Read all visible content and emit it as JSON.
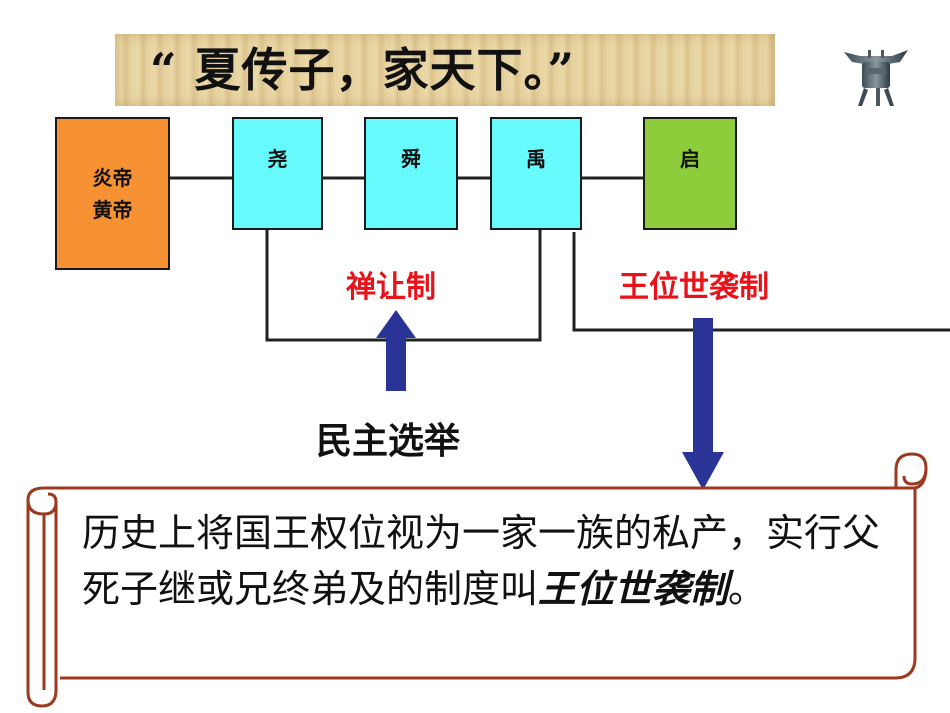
{
  "title": "“ 夏传子，家天下。”",
  "boxes": {
    "yandi_huangdi_line1": "炎帝",
    "yandi_huangdi_line2": "黄帝",
    "yao": "尧",
    "shun": "舜",
    "yu": "禹",
    "qi": "启"
  },
  "labels": {
    "shanrang": "禅让制",
    "wangwei": "王位世袭制",
    "minzhu": "民主选举"
  },
  "scroll": {
    "text_before": "历史上将国王权位视为一家一族的私产，实行父死子继或兄终弟及的制度叫",
    "emphasis": "王位世袭制",
    "text_after": "。"
  },
  "colors": {
    "orange": "#f79234",
    "cyan": "#66fafc",
    "green": "#8dcc3a",
    "red_label": "#e8131a",
    "arrow": "#2a3496",
    "scroll_border": "#9b3a1f"
  },
  "icons": {
    "bronze_vessel": "bronze-vessel-icon"
  }
}
